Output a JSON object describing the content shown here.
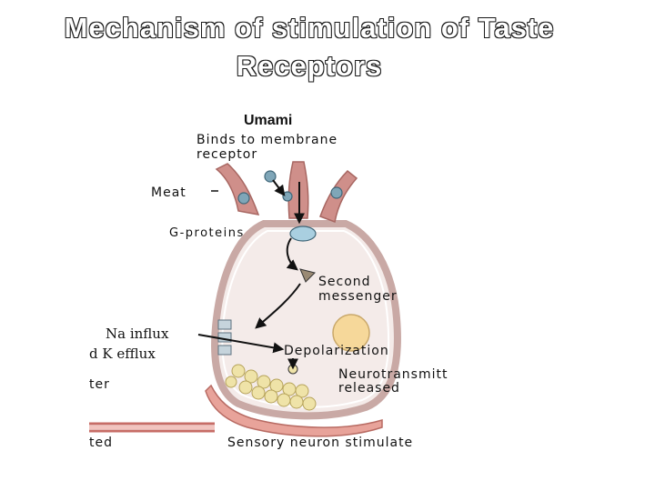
{
  "title": {
    "line1": "Mechanism of stimulation of Taste",
    "line2": "Receptors"
  },
  "diagram": {
    "heading": "Umami",
    "labels": {
      "binds_line1": "Binds to membrane",
      "binds_line2": "receptor",
      "meat": "Meat",
      "g_proteins": "G-proteins",
      "second_line1": "Second",
      "second_line2": "messenger",
      "na_influx": "Na influx",
      "k_efflux": "d K efflux",
      "depolarization": "Depolarization",
      "nt_line1": "Neurotransmitt",
      "nt_line2": "released",
      "left_fragment": "ter",
      "bottom_left_fragment": "ted",
      "sensory": "Sensory neuron stimulate"
    },
    "colors": {
      "cell_outline": "#d9b7b3",
      "cell_fill": "#f4ebe9",
      "microvilli": "#cf8f8a",
      "molecule": "#7fa6b8",
      "vesicle": "#efe3a8",
      "nucleus": "#f6d89a",
      "neuron": "#e8a39a",
      "arrow": "#111111"
    }
  }
}
